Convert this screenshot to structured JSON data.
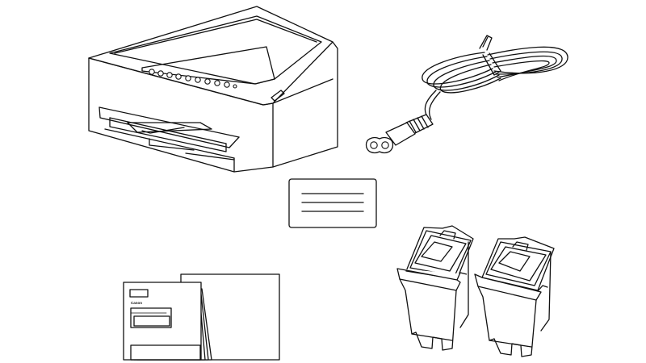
{
  "manual": {
    "brand_text": "Canon"
  },
  "colors": {
    "line": "#111111",
    "background": "#ffffff"
  },
  "items": [
    {
      "id": "printer",
      "icon": "printer-icon"
    },
    {
      "id": "power-cord",
      "icon": "power-cord-icon"
    },
    {
      "id": "info-card",
      "icon": "card-icon"
    },
    {
      "id": "ink-cartridges",
      "icon": "ink-cartridge-icon"
    },
    {
      "id": "documents",
      "icon": "document-icon"
    }
  ]
}
